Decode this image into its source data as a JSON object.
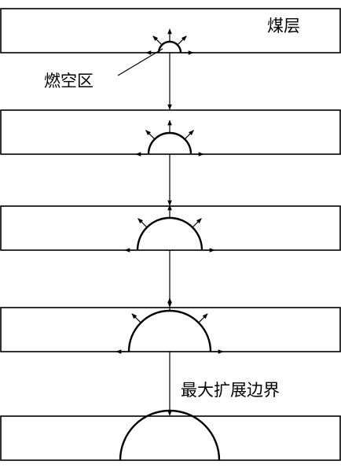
{
  "labels": {
    "coal_seam": "煤层",
    "burn_cavity": "燃空区",
    "max_boundary": "最大扩展边界"
  },
  "stages": [
    {
      "stage": 1,
      "cavity_size": 0.14,
      "arrows": true
    },
    {
      "stage": 2,
      "cavity_size": 0.27,
      "arrows": true
    },
    {
      "stage": 3,
      "cavity_size": 0.41,
      "arrows": true
    },
    {
      "stage": 4,
      "cavity_size": 0.52,
      "arrows": true
    },
    {
      "stage": 5,
      "cavity_size": 0.63,
      "arrows": false
    }
  ],
  "colors": {
    "line": "#000000",
    "background": "#ffffff"
  }
}
